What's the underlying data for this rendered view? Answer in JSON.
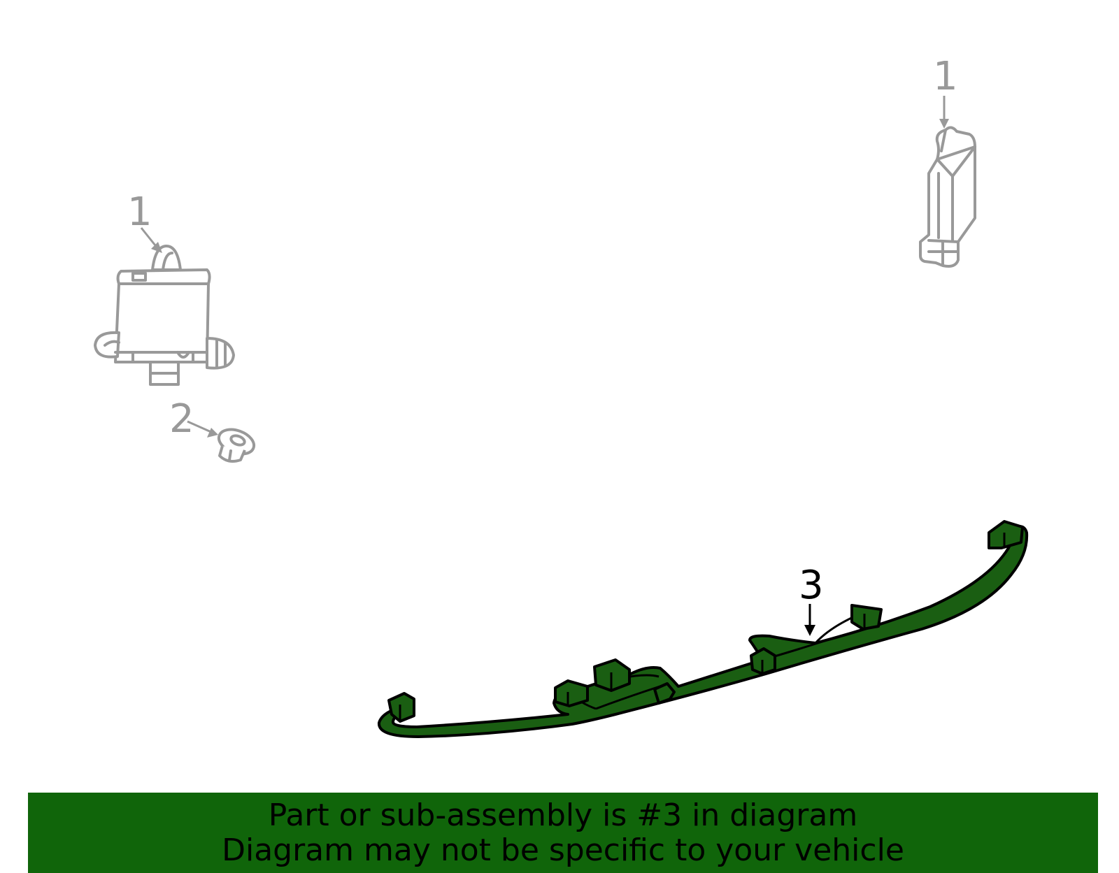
{
  "callouts": {
    "left_module": "1",
    "clip": "2",
    "right_module": "1",
    "harness": "3"
  },
  "banner": {
    "line1": "Part or sub-assembly is #3 in diagram",
    "line2": "Diagram may not be specific to your vehicle"
  },
  "colors": {
    "highlight": "#1a5e12",
    "banner": "#10650a",
    "part_outline": "#999999"
  }
}
